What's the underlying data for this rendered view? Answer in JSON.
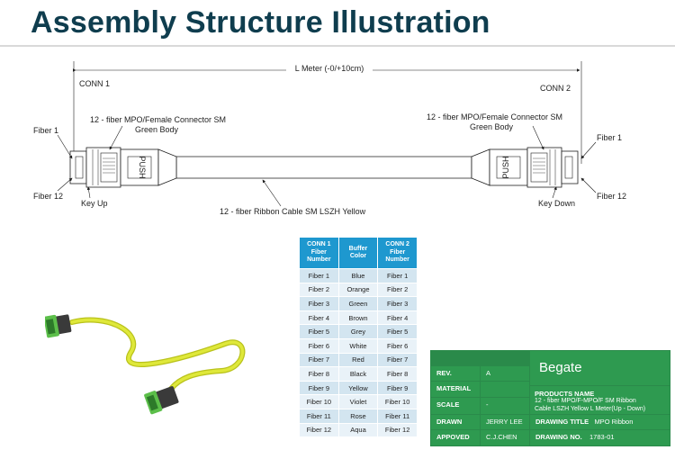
{
  "title": "Assembly Structure Illustration",
  "drawing": {
    "length_label": "L Meter (-0/+10cm)",
    "conn1_label": "CONN 1",
    "conn2_label": "CONN 2",
    "fiber1_left": "Fiber 1",
    "fiber12_left": "Fiber 12",
    "fiber1_right": "Fiber 1",
    "fiber12_right": "Fiber 12",
    "connector_left_line1": "12 - fiber MPO/Female Connector SM",
    "connector_left_line2": "Green Body",
    "connector_right_line1": "12 - fiber MPO/Female Connector SM",
    "connector_right_line2": "Green Body",
    "key_up": "Key Up",
    "key_down": "Key Down",
    "cable_label": "12 - fiber Ribbon Cable SM LSZH Yellow",
    "push_text": "PUSH"
  },
  "fiber_table": {
    "headers": [
      "CONN 1 Fiber Number",
      "Buffer Color",
      "CONN 2 Fiber Number"
    ],
    "rows": [
      [
        "Fiber 1",
        "Blue",
        "Fiber 1"
      ],
      [
        "Fiber 2",
        "Orange",
        "Fiber 2"
      ],
      [
        "Fiber 3",
        "Green",
        "Fiber 3"
      ],
      [
        "Fiber 4",
        "Brown",
        "Fiber 4"
      ],
      [
        "Fiber 5",
        "Grey",
        "Fiber 5"
      ],
      [
        "Fiber 6",
        "White",
        "Fiber 6"
      ],
      [
        "Fiber 7",
        "Red",
        "Fiber 7"
      ],
      [
        "Fiber 8",
        "Black",
        "Fiber 8"
      ],
      [
        "Fiber 9",
        "Yellow",
        "Fiber 9"
      ],
      [
        "Fiber 10",
        "Violet",
        "Fiber 10"
      ],
      [
        "Fiber 11",
        "Rose",
        "Fiber 11"
      ],
      [
        "Fiber 12",
        "Aqua",
        "Fiber 12"
      ]
    ]
  },
  "title_block": {
    "brand": "Begate",
    "rev_label": "REV.",
    "rev_value": "A",
    "material_label": "MATERIAL",
    "material_value": "",
    "scale_label": "SCALE",
    "scale_value": "-",
    "drawn_label": "DRAWN",
    "drawn_value": "JERRY LEE",
    "approved_label": "APPOVED",
    "approved_value": "C.J.CHEN",
    "products_name_label": "PRODUCTS NAME",
    "products_name_line1": "12 - fiber MPO/F-MPO/F SM Ribbon",
    "products_name_line2": "Cable LSZH Yellow L Meter(Up - Down)",
    "drawing_title_label": "DRAWING TITLE",
    "drawing_title_value": "MPO Ribbon",
    "drawing_no_label": "DRAWING NO.",
    "drawing_no_value": "1783-01"
  },
  "colors": {
    "title": "#0f3d4e",
    "table_header": "#1e98cf",
    "title_block": "#2e9a50",
    "cable_yellow": "#d4e021",
    "connector_green": "#4caf50"
  }
}
